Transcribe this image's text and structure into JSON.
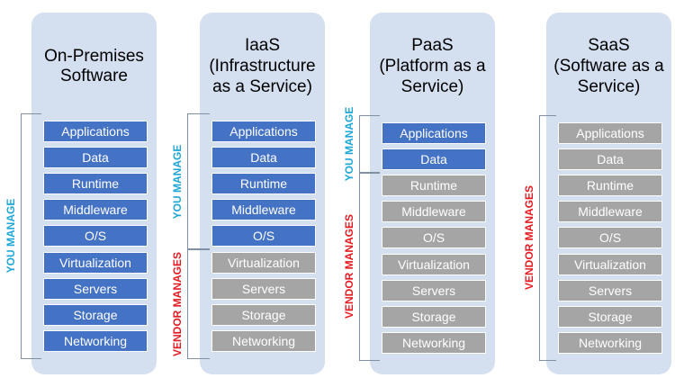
{
  "colors": {
    "you": "#4472c4",
    "vendor": "#a5a5a5",
    "you_label": "#1ea7d6",
    "vendor_label": "#e31b23",
    "panel": "#d4dff0"
  },
  "labels": {
    "you": "YOU MANAGE",
    "vendor": "VENDOR MANAGES"
  },
  "columns": [
    {
      "title": [
        "On-Premises",
        "Software"
      ],
      "layers": [
        "Applications",
        "Data",
        "Runtime",
        "Middleware",
        "O/S",
        "Virtualization",
        "Servers",
        "Storage",
        "Networking"
      ],
      "you_count": 9
    },
    {
      "title": [
        "IaaS",
        "(Infrastructure",
        "as a Service)"
      ],
      "layers": [
        "Applications",
        "Data",
        "Runtime",
        "Middleware",
        "O/S",
        "Virtualization",
        "Servers",
        "Storage",
        "Networking"
      ],
      "you_count": 5
    },
    {
      "title": [
        "PaaS",
        "(Platform as a",
        "Service)"
      ],
      "layers": [
        "Applications",
        "Data",
        "Runtime",
        "Middleware",
        "O/S",
        "Virtualization",
        "Servers",
        "Storage",
        "Networking"
      ],
      "you_count": 2
    },
    {
      "title": [
        "SaaS",
        "(Software as a",
        "Service)"
      ],
      "layers": [
        "Applications",
        "Data",
        "Runtime",
        "Middleware",
        "O/S",
        "Virtualization",
        "Servers",
        "Storage",
        "Networking"
      ],
      "you_count": 0
    }
  ]
}
